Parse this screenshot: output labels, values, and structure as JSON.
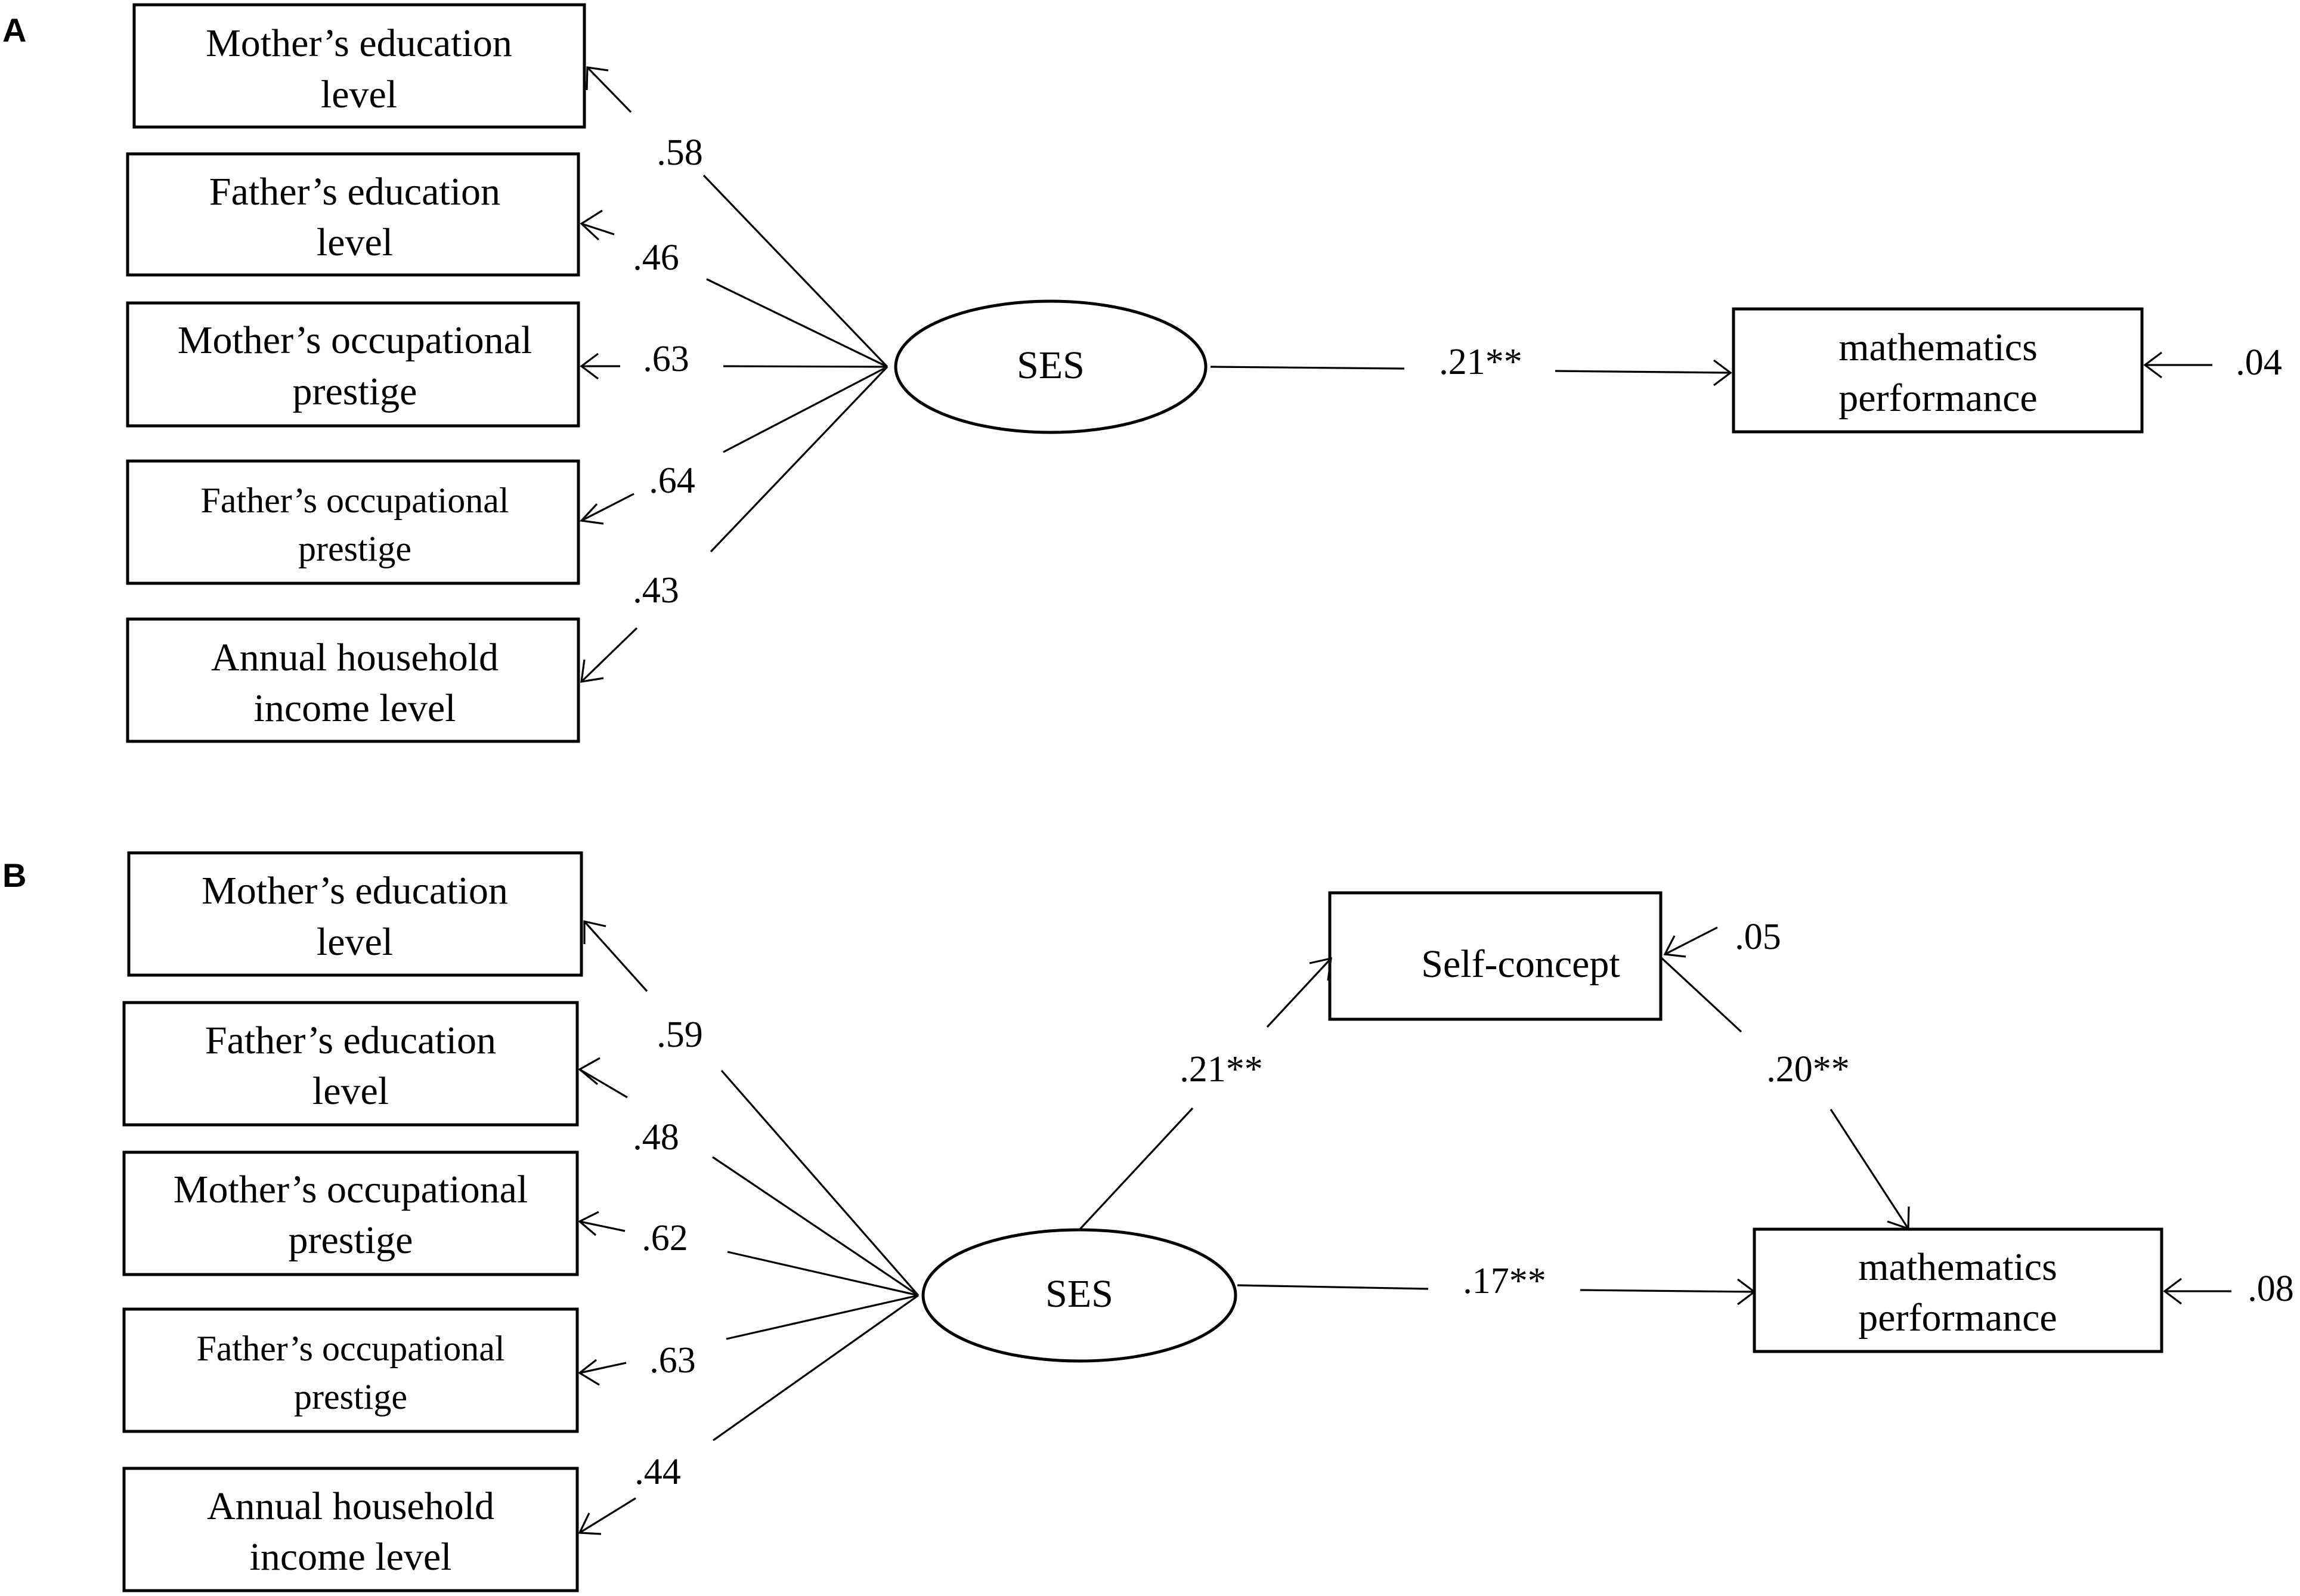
{
  "panel_a": {
    "label": "A",
    "indicators": [
      {
        "line1": "Mother’s education",
        "line2": "level",
        "loading": ".58"
      },
      {
        "line1": "Father’s education",
        "line2": "level",
        "loading": ".46"
      },
      {
        "line1": "Mother’s occupational",
        "line2": "prestige",
        "loading": ".63"
      },
      {
        "line1": "Father’s occupational",
        "line2": "prestige",
        "loading": ".64"
      },
      {
        "line1": "Annual household",
        "line2": "income level",
        "loading": ".43"
      }
    ],
    "latent": "SES",
    "outcome": {
      "line1": "mathematics",
      "line2": "performance",
      "residual": ".04"
    },
    "paths": {
      "ses_to_math": ".21**"
    }
  },
  "panel_b": {
    "label": "B",
    "indicators": [
      {
        "line1": "Mother’s education",
        "line2": "level",
        "loading": ".59"
      },
      {
        "line1": "Father’s education",
        "line2": "level",
        "loading": ".48"
      },
      {
        "line1": "Mother’s occupational",
        "line2": "prestige",
        "loading": ".62"
      },
      {
        "line1": "Father’s occupational",
        "line2": "prestige",
        "loading": ".63"
      },
      {
        "line1": "Annual household",
        "line2": "income level",
        "loading": ".44"
      }
    ],
    "latent": "SES",
    "mediator": {
      "label": "Self-concept",
      "residual": ".05"
    },
    "outcome": {
      "line1": "mathematics",
      "line2": "performance",
      "residual": ".08"
    },
    "paths": {
      "ses_to_selfconcept": ".21**",
      "selfconcept_to_math": ".20**",
      "ses_to_math": ".17**"
    }
  }
}
